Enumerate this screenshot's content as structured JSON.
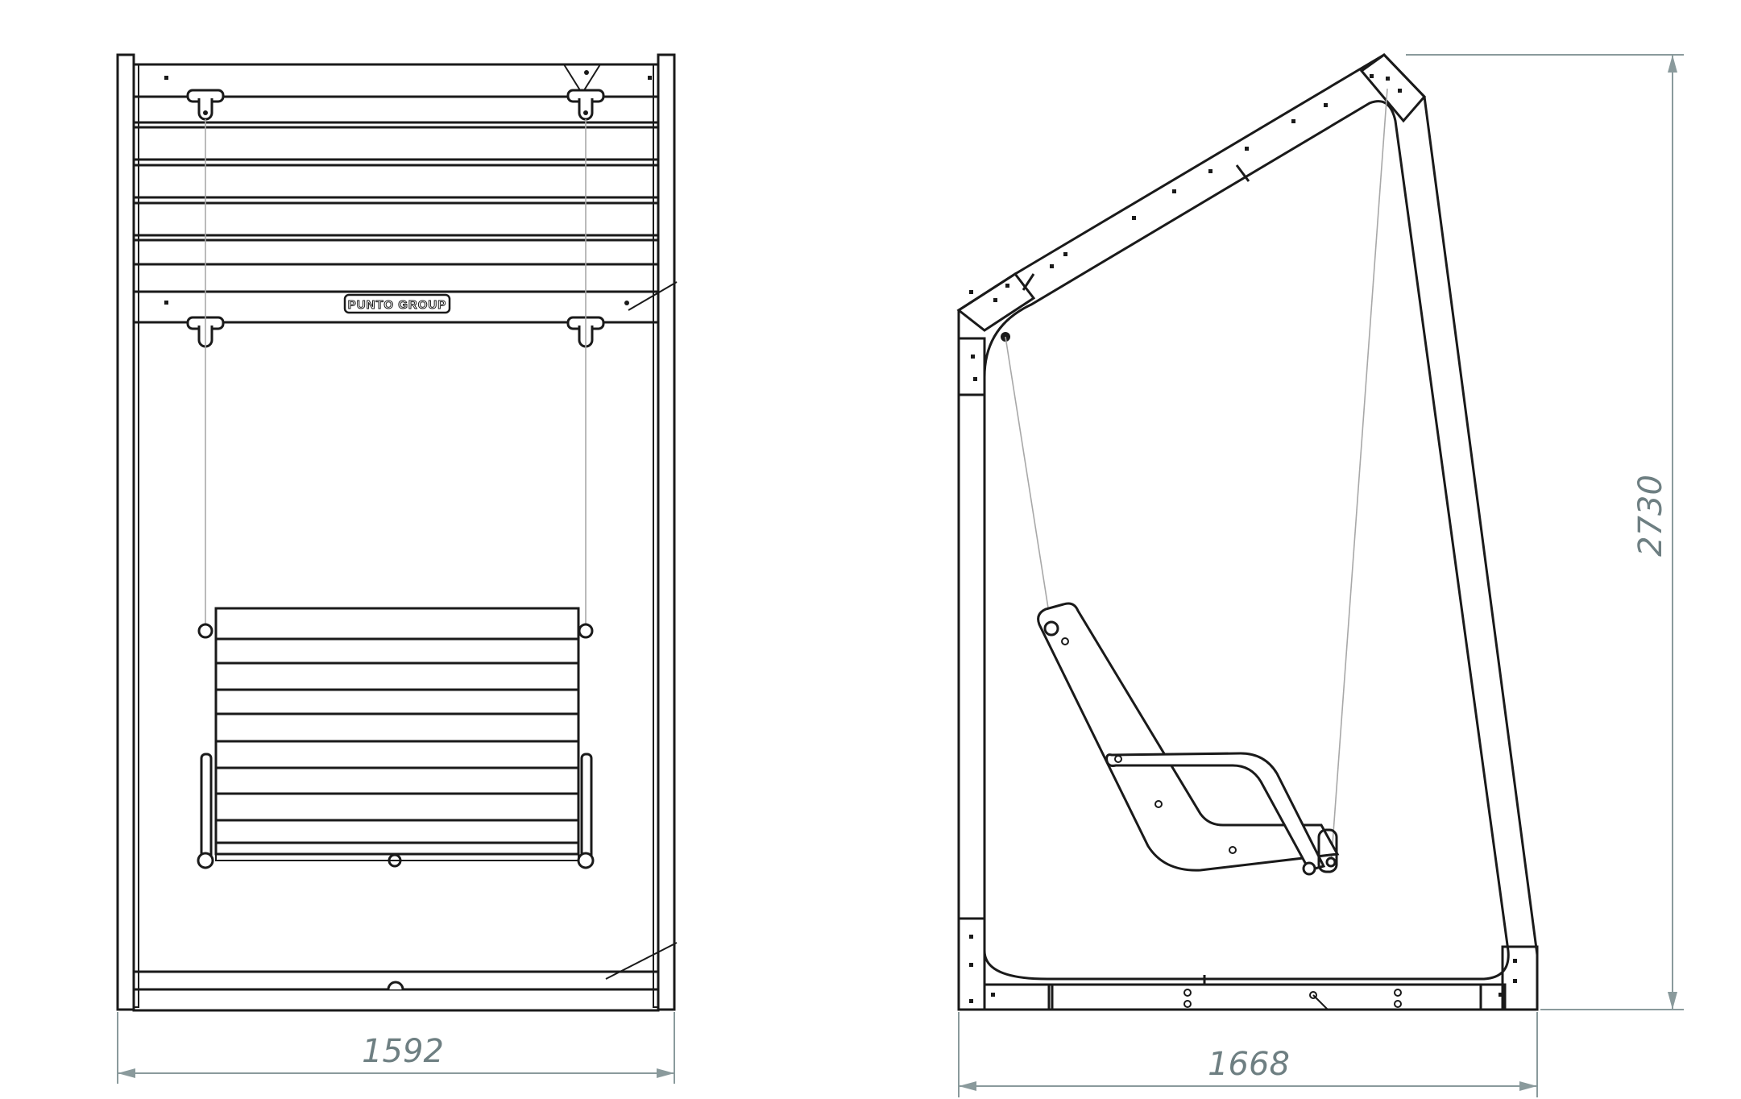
{
  "logo": {
    "text": "PUNTO GROUP"
  },
  "front_view": {
    "width_dimension": "1592"
  },
  "side_view": {
    "depth_dimension": "1668",
    "height_dimension": "2730"
  },
  "colors": {
    "line": "#1a1a1a",
    "cable": "#a8a8a8",
    "dimension": "#8a9a9c",
    "dimension_text": "#6e7f82"
  }
}
